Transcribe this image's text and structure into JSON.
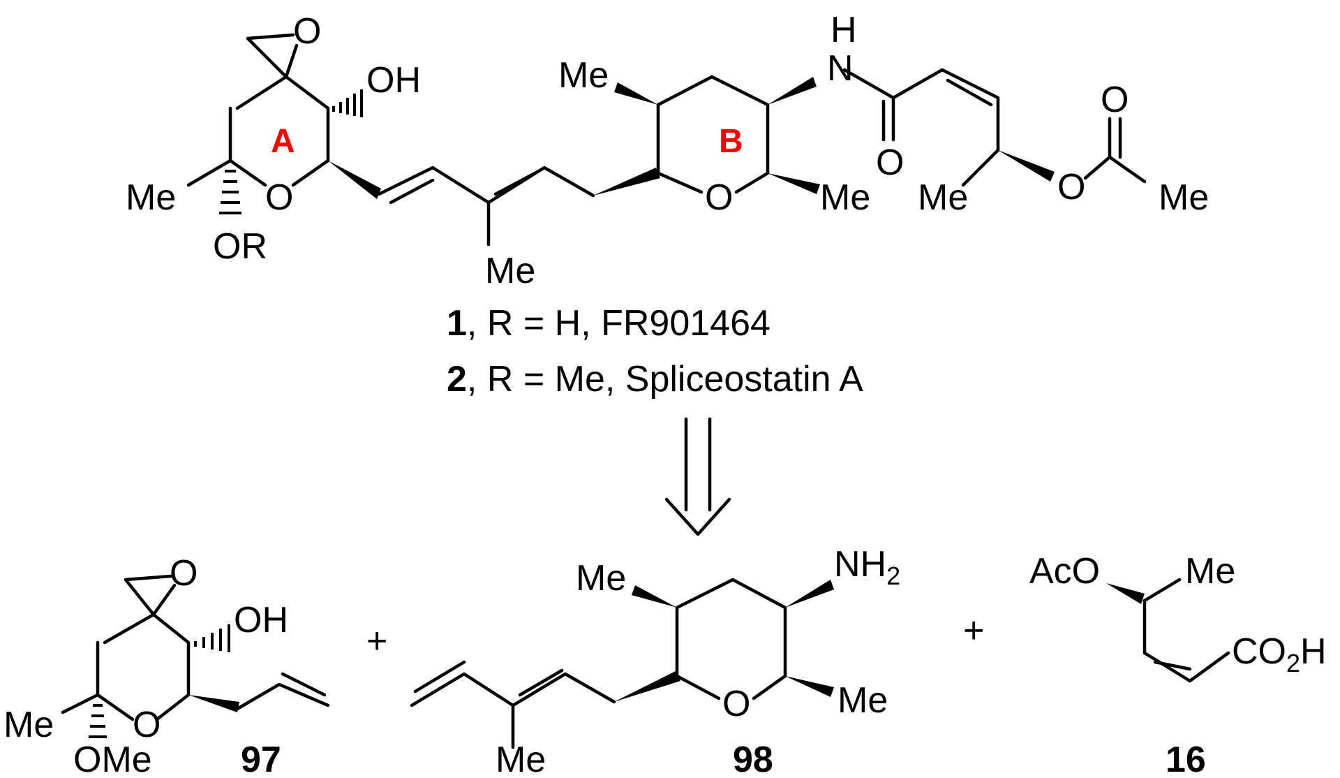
{
  "atoms": {
    "O": "O",
    "OH": "OH",
    "OR": "OR",
    "OMe": "OMe",
    "Me": "Me",
    "H": "H",
    "N": "N",
    "NH": "NH",
    "sub2": "2",
    "CO": "CO",
    "AcO": "AcO"
  },
  "rings": {
    "A": "A",
    "B": "B"
  },
  "caption": {
    "line1_num": "1",
    "line1_text": ", R = H, FR901464",
    "line2_num": "2",
    "line2_text": ", R = Me, Spliceostatin A"
  },
  "plus": "+",
  "fragments": {
    "f97": "97",
    "f98": "98",
    "f16": "16"
  }
}
